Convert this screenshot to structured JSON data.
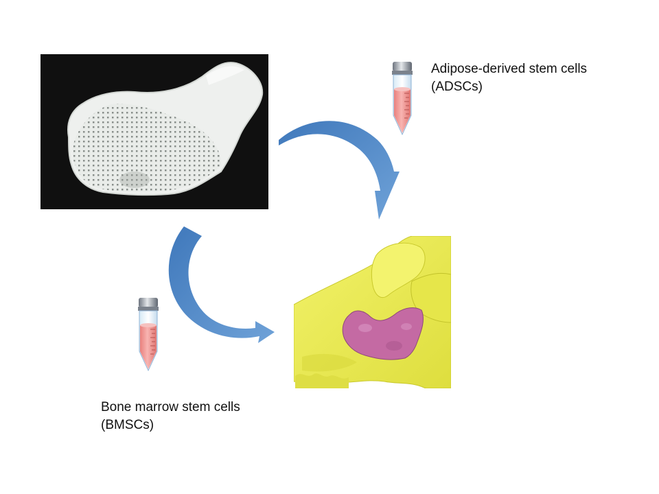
{
  "labels": {
    "adscs": {
      "line1": "Adipose-derived stem cells",
      "line2": "(ADSCs)"
    },
    "bmscs": {
      "line1": "Bone marrow stem cells",
      "line2": "(BMSCs)"
    }
  },
  "colors": {
    "arrow": "#4f86c6",
    "scaffold_bg": "#0b0b0b",
    "scaffold": "#eef0ee",
    "bone": "#eeee55",
    "defect": "#c46aa3",
    "tube_liquid": "#ef8f8c",
    "tube_cap": "#9aa1aa"
  },
  "icons": [
    "scaffold-photo",
    "stem-cell-tube-icon",
    "curved-arrow-icon",
    "skull-model-render"
  ]
}
